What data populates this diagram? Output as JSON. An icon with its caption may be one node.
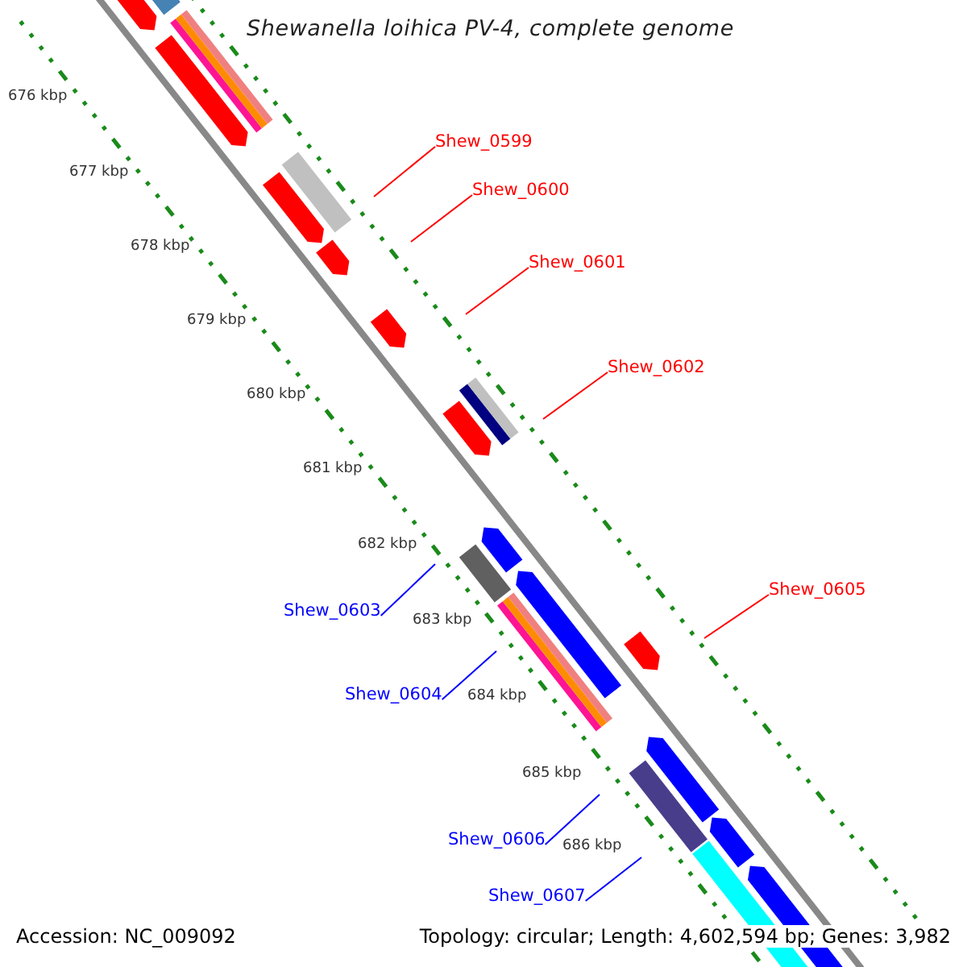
{
  "diagram": {
    "title": "Shewanella loihica PV-4, complete genome",
    "nodes": [
      {
        "text": [
          "Shew_0599"
        ]
      },
      {
        "text": [
          "Shew_0600"
        ]
      },
      {
        "text": [
          "Shew_0601"
        ]
      },
      {
        "text": [
          "Shew_0602"
        ]
      },
      {
        "text": [
          "Shew_0605"
        ]
      },
      {
        "text": [
          "Shew_0603"
        ]
      },
      {
        "text": [
          "Shew_0604"
        ]
      },
      {
        "text": [
          "Shew_0606"
        ]
      },
      {
        "text": [
          "Shew_0607"
        ]
      }
    ],
    "edges": [
      {
        "from": 0,
        "to": null,
        "arrow": "none"
      },
      {
        "from": 1,
        "to": null,
        "arrow": "none"
      },
      {
        "from": 2,
        "to": null,
        "arrow": "none"
      },
      {
        "from": 3,
        "to": null,
        "arrow": "none"
      },
      {
        "from": 4,
        "to": null,
        "arrow": "none"
      },
      {
        "from": 5,
        "to": null,
        "arrow": "none",
        "color": "#0000ff"
      },
      {
        "from": 6,
        "to": null,
        "arrow": "none",
        "color": "#0000ff"
      },
      {
        "from": 7,
        "to": null,
        "arrow": "none",
        "color": "#0000ff"
      },
      {
        "from": 8,
        "to": null,
        "arrow": "none",
        "color": "#0000ff"
      }
    ],
    "labels": [
      "676 kbp",
      "677 kbp",
      "678 kbp",
      "679 kbp",
      "680 kbp",
      "681 kbp",
      "682 kbp",
      "683 kbp",
      "684 kbp",
      "685 kbp",
      "686 kbp",
      "Accession: NC_009092",
      "Topology: circular; Length: 4,602,594 bp; Genes: 3,982"
    ]
  }
}
